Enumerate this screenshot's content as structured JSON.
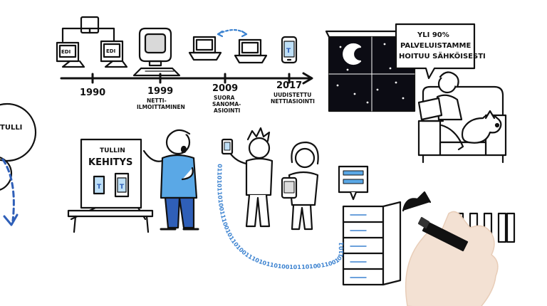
{
  "timeline": {
    "events": [
      {
        "year": "1990",
        "caption": ""
      },
      {
        "year": "1999",
        "caption_lines": [
          "NETTI-",
          "ILMOITTAMINEN"
        ]
      },
      {
        "year": "2009",
        "caption_lines": [
          "SUORA",
          "SANOMA-",
          "ASIOINTI"
        ]
      },
      {
        "year": "2017",
        "caption_lines": [
          "UUDISTETTU",
          "NETTIASIOINTI"
        ]
      }
    ],
    "edi_label": "EDI"
  },
  "speech_bubble": {
    "lines": [
      "YLI 90%",
      "PALVELUISTAMME",
      "HOITUU SÄHKÖISESTI"
    ]
  },
  "circle_label": "TULLI",
  "board": {
    "line1": "TULLIN",
    "line2": "KEHITYS",
    "badge": "T"
  },
  "phone_badge": "T",
  "binary_stream": "0110101101001110010110100111010110100101101001100101101",
  "colors": {
    "ink": "#111111",
    "accent_blue": "#3b82d0",
    "shirt_blue": "#5aa8e6",
    "jeans_blue": "#2f5fb8",
    "night_sky": "#0c0c14"
  }
}
